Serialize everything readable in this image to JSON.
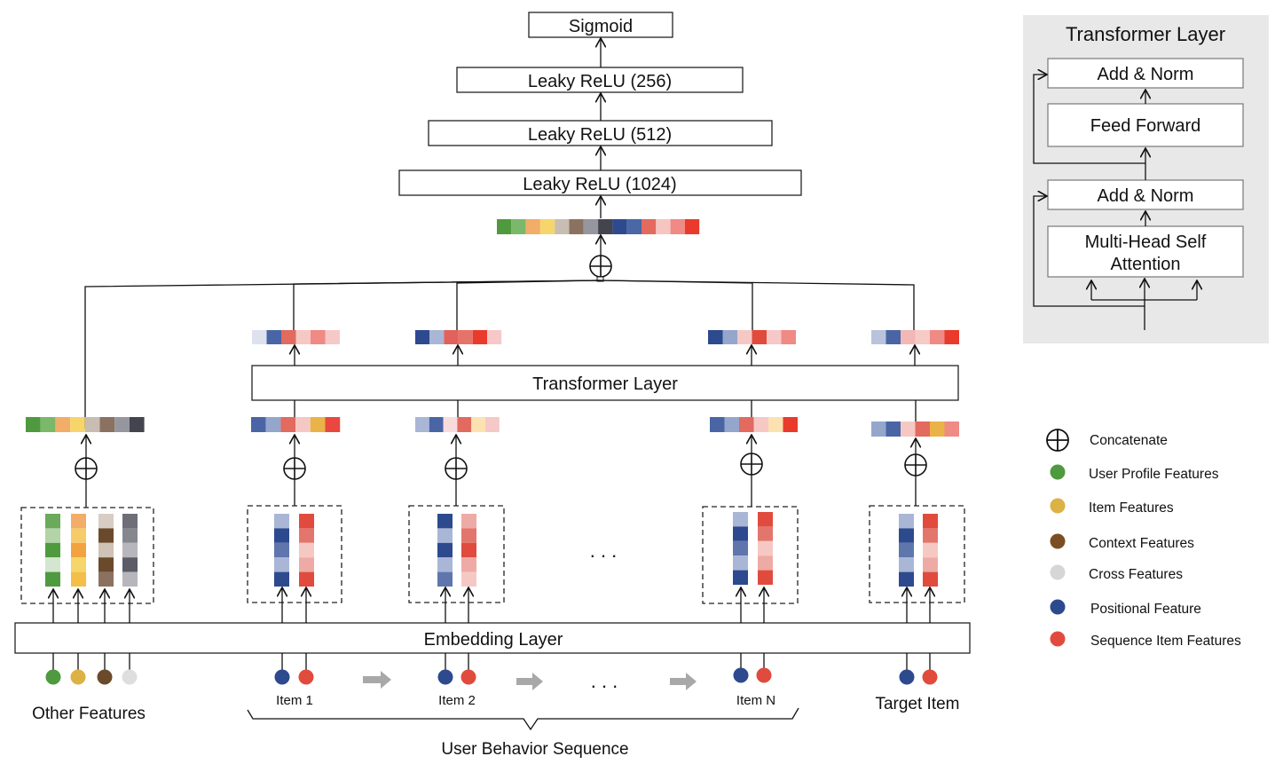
{
  "top_stack": {
    "sigmoid": "Sigmoid",
    "relu_256": "Leaky ReLU (256)",
    "relu_512": "Leaky ReLU (512)",
    "relu_1024": "Leaky ReLU (1024)"
  },
  "transformer_label": "Transformer Layer",
  "embedding_label": "Embedding  Layer",
  "ellipsis": ". . .",
  "bottom": {
    "other_features": "Other Features",
    "item1": "Item 1",
    "item2": "Item 2",
    "itemN": "Item N",
    "target_item": "Target Item",
    "user_behavior_sequence": "User Behavior Sequence"
  },
  "inset": {
    "title": "Transformer Layer",
    "add_norm_top": "Add & Norm",
    "feed_forward": "Feed Forward",
    "add_norm_bottom": "Add & Norm",
    "mhsa_line1": "Multi-Head Self",
    "mhsa_line2": "Attention"
  },
  "legend": [
    {
      "icon": "concatenate",
      "label": "Concatenate",
      "color": "#111111"
    },
    {
      "icon": "dot",
      "label": "User Profile Features",
      "color": "#4e9a3e"
    },
    {
      "icon": "dot",
      "label": "Item Features",
      "color": "#dcb244"
    },
    {
      "icon": "dot",
      "label": "Context Features",
      "color": "#7a4e22"
    },
    {
      "icon": "dot",
      "label": "Cross Features",
      "color": "#d6d6d6"
    },
    {
      "icon": "dot",
      "label": "Positional Feature",
      "color": "#2d4a8f"
    },
    {
      "icon": "dot",
      "label": "Sequence Item Features",
      "color": "#e04b3d"
    }
  ],
  "feature_dots": {
    "other": [
      "#4e9a3e",
      "#dcb244",
      "#6b4a2c",
      "#dedede"
    ],
    "item": [
      "#2d4a8f",
      "#e04b3d"
    ]
  },
  "vectors": {
    "final_concat": [
      "#4f9a3f",
      "#7ab86a",
      "#f2ad68",
      "#f6d56b",
      "#c8bdb2",
      "#8b7260",
      "#96969e",
      "#44444f",
      "#2d4a8f",
      "#4a67a6",
      "#e26a5f",
      "#f6c5c2",
      "#ef8a85",
      "#e93a2c"
    ],
    "other_concat": [
      "#4f9a3f",
      "#7ab86a",
      "#f2ad68",
      "#f6d56b",
      "#c8bdb2",
      "#8b7260",
      "#96969e",
      "#44444f"
    ],
    "out_item1": [
      "#dde2ee",
      "#4a65a5",
      "#e26a5f",
      "#f6c8c4",
      "#ef8a85",
      "#f6c8c8"
    ],
    "out_item2": [
      "#2d4a8f",
      "#a9b6d5",
      "#e2615a",
      "#e6736a",
      "#e93a2c",
      "#f6c8c8"
    ],
    "out_itemN": [
      "#2d4a8f",
      "#94a6cc",
      "#f6c8c4",
      "#e04b3d",
      "#f6c8c8",
      "#ef8a85"
    ],
    "out_target": [
      "#b9c3dc",
      "#4a65a5",
      "#f2b8b5",
      "#f6cac7",
      "#ef8a85",
      "#e93a2c"
    ],
    "in_item1": [
      "#4a65a5",
      "#94a6cc",
      "#e26a5f",
      "#f6c8c4",
      "#eab347",
      "#e9473f"
    ],
    "in_item2": [
      "#a9b6d5",
      "#4a65a5",
      "#f7dcdb",
      "#e26a5f",
      "#fbe2b0",
      "#f6c8c8"
    ],
    "in_itemN": [
      "#4a65a5",
      "#94a6cc",
      "#e26a5f",
      "#f6c8c4",
      "#fbe2b0",
      "#e93a2c"
    ],
    "in_target": [
      "#94a6cc",
      "#4a65a5",
      "#f6c8c4",
      "#e26a5f",
      "#eab347",
      "#ef8a85"
    ]
  },
  "embedding_columns": {
    "other": [
      [
        "#6aaa5a",
        "#b2d4a6",
        "#4f9a3f",
        "#d4e6cf",
        "#4f9a3f"
      ],
      [
        "#f2ad68",
        "#f6cc6b",
        "#f2a340",
        "#f6d56b",
        "#f3bf48"
      ],
      [
        "#d8cdc4",
        "#6b4a2c",
        "#cfc2b6",
        "#6b4a2c",
        "#8b7260"
      ],
      [
        "#6e6e78",
        "#86868f",
        "#b6b6bc",
        "#5c5c68",
        "#b6b6bc"
      ]
    ],
    "item1": [
      [
        "#a9b6d5",
        "#2d4a8f",
        "#5f76ad",
        "#a9b6d5",
        "#2d4a8f"
      ],
      [
        "#e04b3d",
        "#e3766c",
        "#f6c8c4",
        "#eeaaa5",
        "#e04b3d"
      ]
    ],
    "item2": [
      [
        "#2d4a8f",
        "#a9b6d5",
        "#2d4a8f",
        "#a9b6d5",
        "#5f76ad"
      ],
      [
        "#eeaaa5",
        "#e3766c",
        "#e04b3d",
        "#eeaaa5",
        "#f6c8c4"
      ]
    ],
    "itemN": [
      [
        "#a9b6d5",
        "#2d4a8f",
        "#5f76ad",
        "#a9b6d5",
        "#2d4a8f"
      ],
      [
        "#e04b3d",
        "#e3766c",
        "#f6c8c4",
        "#eeaaa5",
        "#e04b3d"
      ]
    ],
    "target": [
      [
        "#a9b6d5",
        "#2d4a8f",
        "#5f76ad",
        "#a9b6d5",
        "#2d4a8f"
      ],
      [
        "#e04b3d",
        "#e3766c",
        "#f6c8c4",
        "#eeaaa5",
        "#e04b3d"
      ]
    ]
  }
}
